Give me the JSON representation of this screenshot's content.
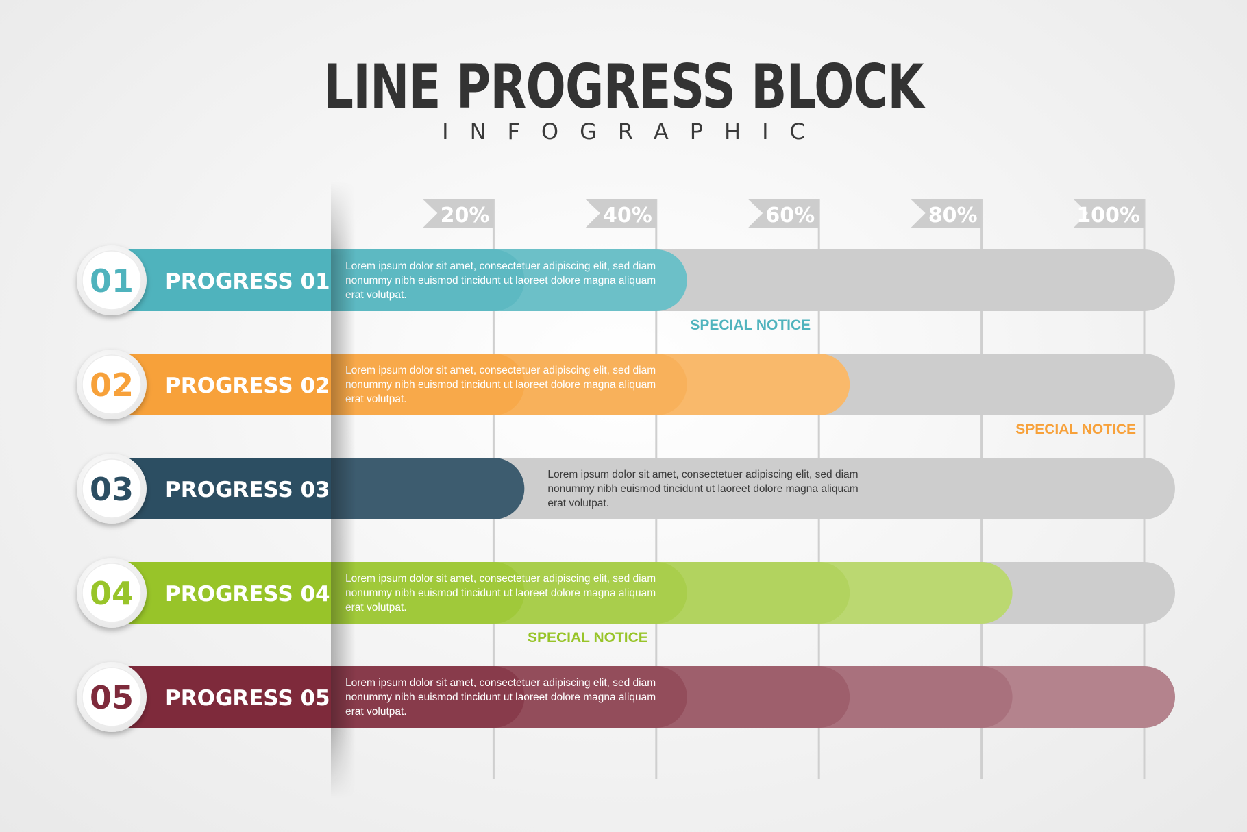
{
  "title": "LINE PROGRESS BLOCK",
  "subtitle": "INFOGRAPHIC",
  "chart_data": {
    "type": "bar",
    "orientation": "horizontal",
    "x_ticks": [
      "20%",
      "40%",
      "60%",
      "80%",
      "100%"
    ],
    "xlim": [
      0,
      100
    ],
    "unit": "%",
    "grid": true,
    "track_color": "#cdcdcd",
    "rows": [
      {
        "num": "01",
        "label": "PROGRESS 01",
        "value": 40,
        "color": "#4fb3bd",
        "text": [
          "Lorem ipsum dolor sit amet, consectetuer adipiscing elit, sed diam",
          "nonummy nibh euismod tincidunt ut laoreet dolore magna aliquam",
          "erat volutpat."
        ],
        "text_start": 0,
        "notice": "SPECIAL NOTICE",
        "notice_at": 60
      },
      {
        "num": "02",
        "label": "PROGRESS 02",
        "value": 60,
        "color": "#f7a13a",
        "text": [
          "Lorem ipsum dolor sit amet, consectetuer adipiscing elit, sed diam",
          "nonummy nibh euismod tincidunt ut laoreet dolore magna aliquam",
          "erat volutpat."
        ],
        "text_start": 0,
        "notice": "SPECIAL NOTICE",
        "notice_at": 100
      },
      {
        "num": "03",
        "label": "PROGRESS 03",
        "value": 20,
        "color": "#2c4e62",
        "text": [
          "Lorem ipsum dolor sit amet, consectetuer adipiscing elit, sed diam",
          "nonummy nibh euismod tincidunt ut laoreet dolore magna aliquam",
          "erat volutpat."
        ],
        "text_start": 20,
        "notice": "",
        "notice_at": null
      },
      {
        "num": "04",
        "label": "PROGRESS 04",
        "value": 80,
        "color": "#98c429",
        "text": [
          "Lorem ipsum dolor sit amet, consectetuer adipiscing elit, sed diam",
          "nonummy nibh euismod tincidunt ut laoreet dolore magna aliquam",
          "erat volutpat."
        ],
        "text_start": 0,
        "notice": "SPECIAL NOTICE",
        "notice_at": 40
      },
      {
        "num": "05",
        "label": "PROGRESS 05",
        "value": 100,
        "color": "#7e2a3b",
        "text": [
          "Lorem ipsum dolor sit amet, consectetuer adipiscing elit, sed diam",
          "nonummy nibh euismod tincidunt ut laoreet dolore magna aliquam",
          "erat volutpat."
        ],
        "text_start": 0,
        "notice": "",
        "notice_at": null
      }
    ]
  }
}
